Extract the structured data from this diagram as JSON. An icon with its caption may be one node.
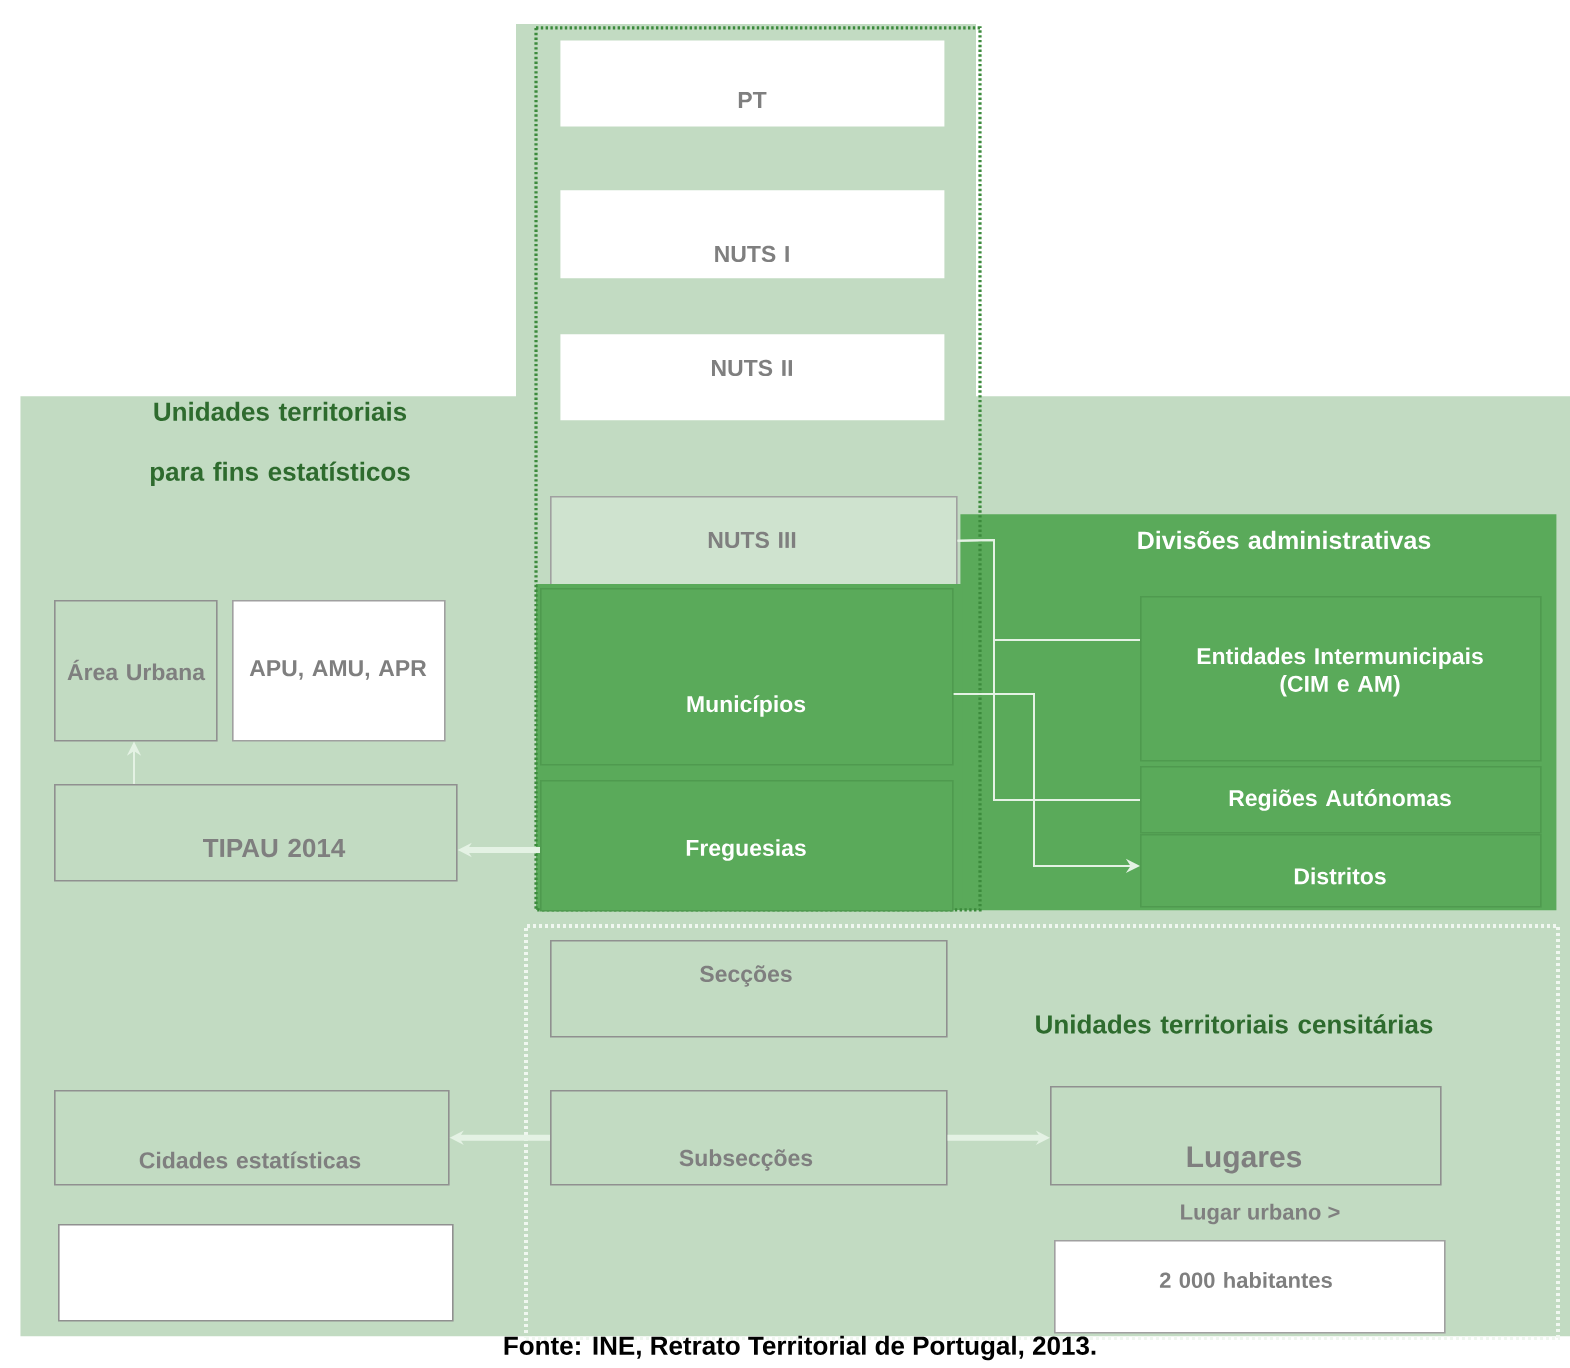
{
  "diagram": {
    "caption": "Fonte: INE, Retrato Territorial de Portugal, 2013.",
    "nodes": [
      {
        "text": [
          "Unidades territoriais para fins estatísticos"
        ]
      },
      {
        "text": [
          "PT"
        ]
      },
      {
        "text": [
          "NUTS I"
        ]
      },
      {
        "text": [
          "NUTS II"
        ]
      },
      {
        "text": [
          "NUTS III"
        ],
        "in": 0
      },
      {
        "text": [
          "Divisões administrativas"
        ],
        "in": 0
      },
      {
        "text": [
          "Municípios"
        ],
        "in": 0
      },
      {
        "text": [
          "Freguesias"
        ],
        "in": 0
      },
      {
        "text": [
          "Entidades Intermunicipais (CIM e AM)"
        ],
        "in": 5
      },
      {
        "text": [
          "Regiões Autónomas"
        ],
        "in": 5
      },
      {
        "text": [
          "Distritos"
        ],
        "in": 5
      },
      {
        "text": [
          "Área Urbana"
        ],
        "in": 0
      },
      {
        "text": [
          "APU, AMU, APR"
        ],
        "in": 0
      },
      {
        "text": [
          "TIPAU 2014"
        ],
        "in": 0
      },
      {
        "text": [
          "Unidades territoriais censitárias"
        ],
        "in": 0
      },
      {
        "text": [
          "Secções"
        ],
        "in": 14
      },
      {
        "text": [
          "Subsecções"
        ],
        "in": 14
      },
      {
        "text": [
          "Lugares"
        ],
        "in": 14,
        "beside": [
          "Lugar urbano >"
        ]
      },
      {
        "text": [
          "Cidades estatísticas"
        ],
        "in": 0
      },
      {
        "text": [],
        "shape": "box",
        "in": 0
      },
      {
        "text": [
          "2 000 habitantes"
        ],
        "in": 14
      }
    ],
    "edges": [
      {
        "from": 4,
        "to": 8,
        "arrow": "none"
      },
      {
        "from": 4,
        "to": 9,
        "arrow": "none"
      },
      {
        "from": 6,
        "to": 10,
        "arrow": "to"
      },
      {
        "from": 7,
        "to": 13,
        "arrow": "to",
        "style": "thick"
      },
      {
        "from": 13,
        "to": 11,
        "arrow": "to"
      },
      {
        "from": 16,
        "to": 18,
        "arrow": "to",
        "style": "thick"
      },
      {
        "from": 16,
        "to": 17,
        "arrow": "to",
        "style": "thick"
      }
    ]
  }
}
